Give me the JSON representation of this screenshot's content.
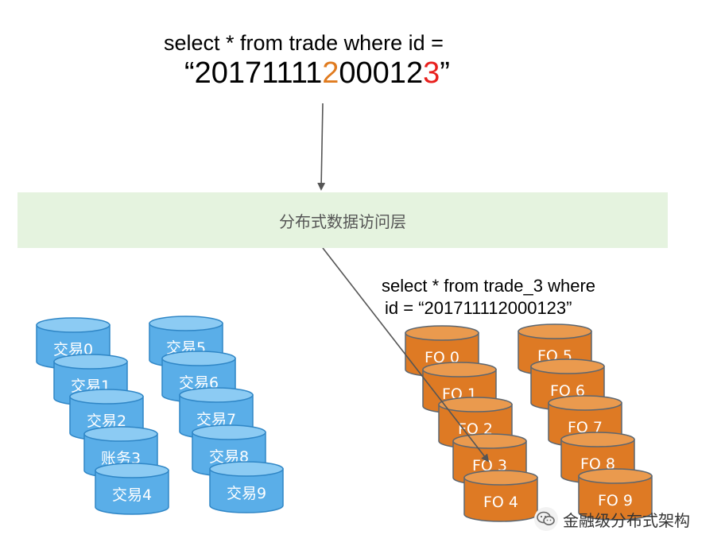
{
  "query_top": {
    "line1": "select * from trade where id =",
    "line2_prefix": "“20171111",
    "line2_highlight1": "2",
    "line2_middle": "00012",
    "line2_highlight2": "3",
    "line2_suffix": "”"
  },
  "layer_label": "分布式数据访问层",
  "query_routed": {
    "line1": "select * from trade_3 where",
    "line2": "id =  “201711112000123”"
  },
  "left_dbs": [
    "交易0",
    "交易1",
    "交易2",
    "账务3",
    "交易4",
    "交易5",
    "交易6",
    "交易7",
    "交易8",
    "交易9"
  ],
  "right_dbs": [
    "FO 0",
    "FO 1",
    "FO 2",
    "FO 3",
    "FO 4",
    "FO 5",
    "FO 6",
    "FO 7",
    "FO 8",
    "FO 9"
  ],
  "watermark": "金融级分布式架构",
  "colors": {
    "left_fill": "#5aaee8",
    "left_top": "#8ccbf3",
    "left_stroke": "#2f86c6",
    "right_fill": "#de7a24",
    "right_top": "#ea9a4e",
    "right_stroke": "#5c6670",
    "arrow": "#555555"
  },
  "icons": {
    "watermark_icon": "wechat-icon"
  }
}
